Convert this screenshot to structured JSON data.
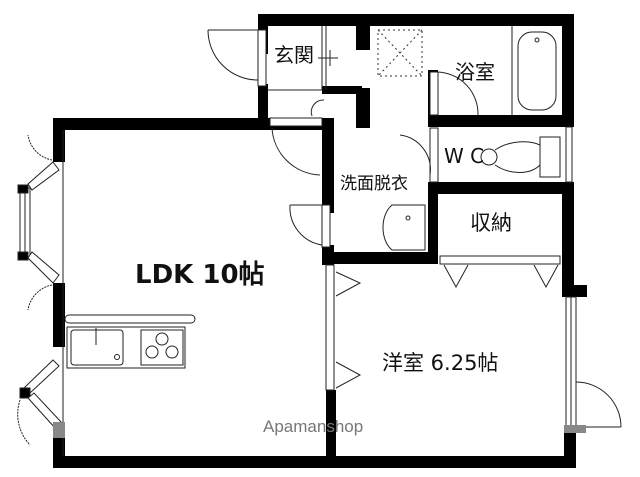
{
  "floorplan": {
    "rooms": {
      "ldk": "LDK 10帖",
      "western_room": "洋室 6.25帖",
      "entrance": "玄関",
      "bathroom": "浴室",
      "washroom": "洗面脱衣",
      "toilet": "W C",
      "storage": "収納"
    },
    "watermark": "Apamanshop",
    "colors": {
      "wall": "#000000",
      "line": "#222222",
      "watermark": "#777777",
      "background": "#ffffff"
    }
  }
}
